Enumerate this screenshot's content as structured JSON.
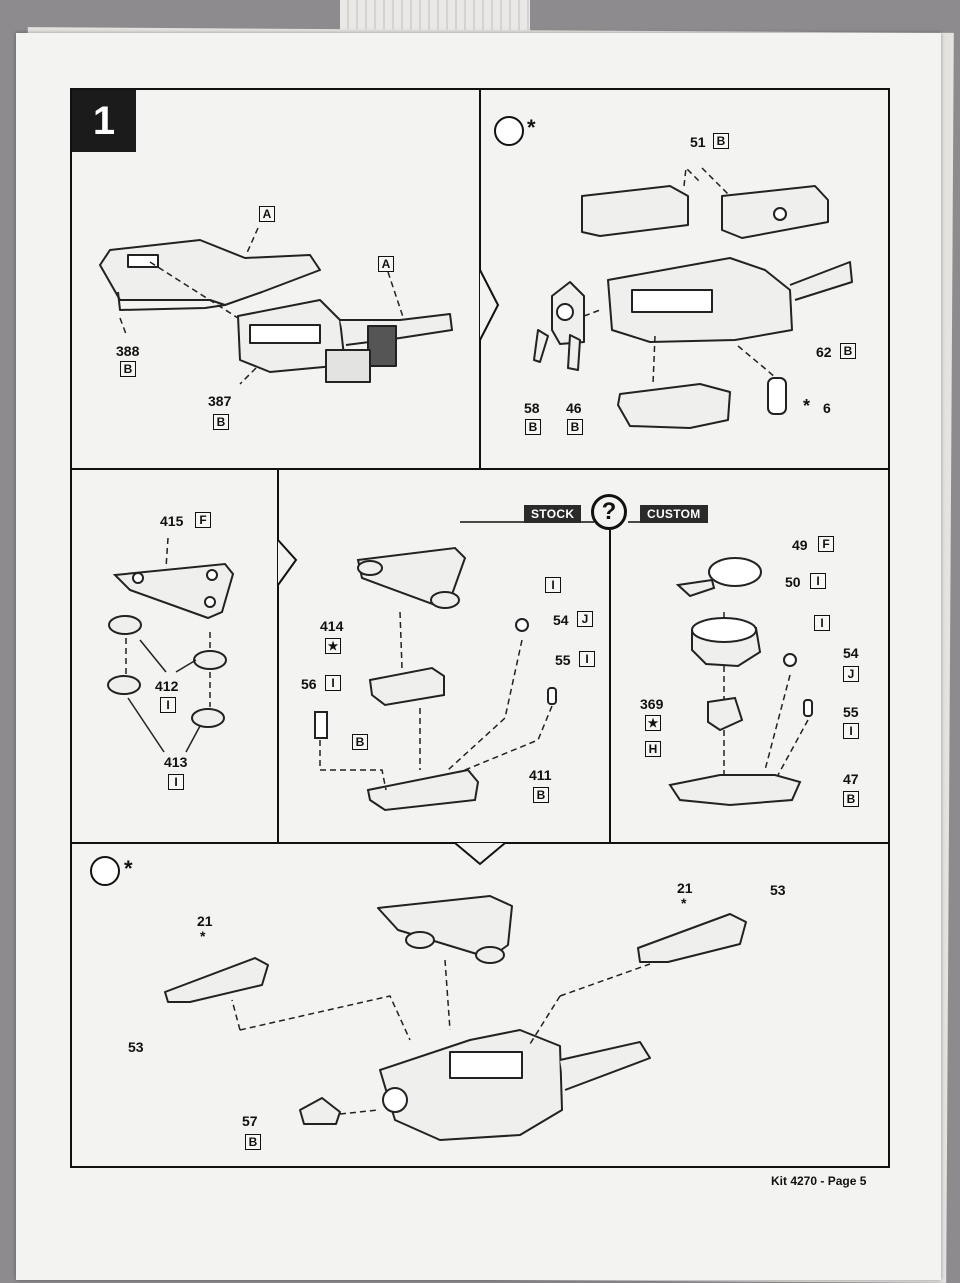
{
  "step": {
    "number": "1"
  },
  "panel_a": {
    "labels": {
      "part_388": "388",
      "part_387": "387"
    },
    "boxes": {
      "a_top": "A",
      "a_right": "A",
      "b_388": "B",
      "b_387": "B"
    }
  },
  "panel_b": {
    "star": "*",
    "labels": {
      "part_51": "51",
      "part_58": "58",
      "part_46": "46",
      "part_62": "62",
      "part_6": "6",
      "star_6": "*"
    },
    "boxes": {
      "b_51": "B",
      "b_58": "B",
      "b_46": "B",
      "b_62": "B"
    }
  },
  "panel_c": {
    "labels": {
      "part_415": "415",
      "part_412": "412",
      "part_413": "413"
    },
    "boxes": {
      "f_415": "F",
      "i_412": "I",
      "i_413": "I"
    }
  },
  "panel_d": {
    "stock_tag": "STOCK",
    "question": "?",
    "labels": {
      "part_414": "414",
      "part_56": "56",
      "part_54": "54",
      "part_55": "55",
      "part_411": "411"
    },
    "boxes": {
      "star_414": "★",
      "i_56": "I",
      "b_56": "B",
      "i_54": "I",
      "j_54": "J",
      "i_55": "I",
      "b_411": "B"
    }
  },
  "panel_e": {
    "custom_tag": "CUSTOM",
    "labels": {
      "part_49": "49",
      "part_50": "50",
      "part_54": "54",
      "part_369": "369",
      "part_55": "55",
      "part_47": "47"
    },
    "boxes": {
      "f_49": "F",
      "i_50": "I",
      "i_54": "I",
      "j_54": "J",
      "star_369": "★",
      "h_369": "H",
      "i_55": "I",
      "b_47": "B"
    }
  },
  "panel_f": {
    "star": "*",
    "labels": {
      "part_21_left": "21",
      "star_21_left": "*",
      "part_53_left": "53",
      "part_21_right": "21",
      "star_21_right": "*",
      "part_53_right": "53",
      "part_57": "57"
    },
    "boxes": {
      "b_57": "B"
    }
  },
  "footer": {
    "text": "Kit 4270 - Page 5"
  }
}
